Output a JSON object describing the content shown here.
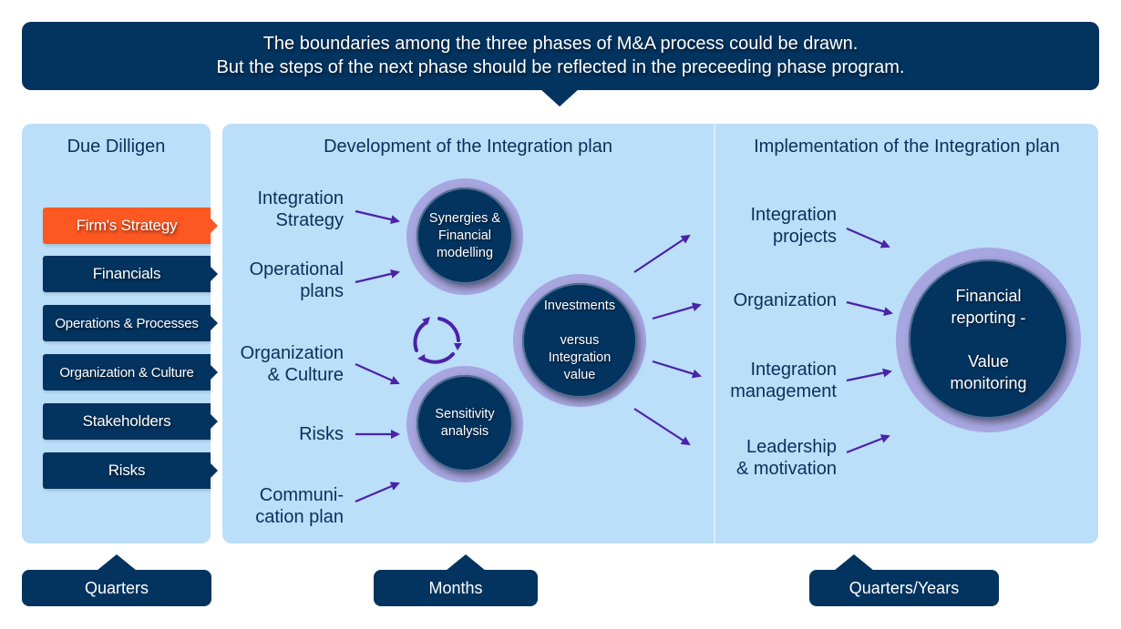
{
  "banner": {
    "lines": [
      "The boundaries among the three phases of M&A process could be drawn.",
      "But the steps of the next phase should be reflected in the preceeding phase program."
    ]
  },
  "phases": {
    "due_diligence": {
      "title": "Due Dilligen",
      "items": [
        {
          "label": "Firm's Strategy",
          "highlighted": true
        },
        {
          "label": "Financials",
          "highlighted": false
        },
        {
          "label": "Operations & Processes",
          "highlighted": false
        },
        {
          "label": "Organization & Culture",
          "highlighted": false
        },
        {
          "label": "Stakeholders",
          "highlighted": false
        },
        {
          "label": "Risks",
          "highlighted": false
        }
      ],
      "timeframe": "Quarters"
    },
    "development": {
      "title": "Development of the Integration plan",
      "inputs": [
        {
          "lines": [
            "Integration",
            "Strategy"
          ]
        },
        {
          "lines": [
            "Operational",
            "plans"
          ]
        },
        {
          "lines": [
            "Organization",
            "& Culture"
          ]
        },
        {
          "lines": [
            "Risks"
          ]
        },
        {
          "lines": [
            "Communi-",
            "cation plan"
          ]
        }
      ],
      "nodes": {
        "synergies": [
          "Synergies &",
          "Financial",
          "modelling"
        ],
        "sensitivity": [
          "Sensitivity",
          "analysis"
        ],
        "investments": [
          "Investments",
          "",
          "versus",
          "Integration",
          "value"
        ]
      },
      "cycle_icon": "cycle-arrows-icon",
      "timeframe": "Months"
    },
    "implementation": {
      "title": "Implementation of the Integration plan",
      "inputs": [
        {
          "lines": [
            "Integration",
            "projects"
          ]
        },
        {
          "lines": [
            "Organization"
          ]
        },
        {
          "lines": [
            "Integration",
            "management"
          ]
        },
        {
          "lines": [
            "Leadership",
            "& motivation"
          ]
        }
      ],
      "node": [
        "Financial",
        "reporting -",
        "",
        "Value",
        "monitoring"
      ],
      "timeframe": "Quarters/Years"
    }
  },
  "colors": {
    "navy": "#03335f",
    "panel": "#bbdef9",
    "highlight": "#fd5722",
    "ring": "#a7a6e0",
    "arrow": "#4a22a8",
    "title_text": "#0c2f59"
  }
}
